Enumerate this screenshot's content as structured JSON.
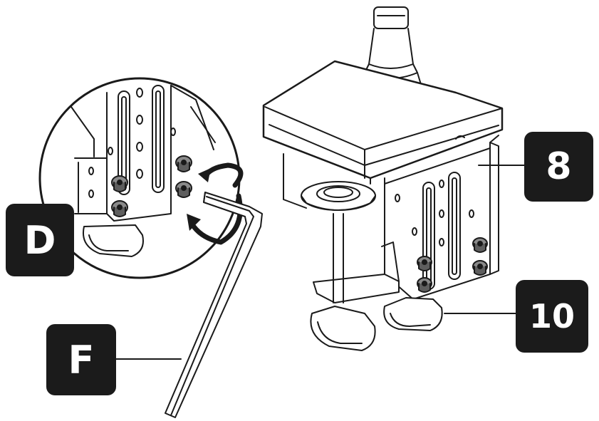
{
  "labels": {
    "detail": "D",
    "hex_key": "F",
    "clamp_plate": "8",
    "clamp_knob": "10"
  },
  "colors": {
    "line": "#1a1a1a",
    "label_bg": "#1b1b1b",
    "label_text": "#ffffff",
    "screw": "#8a8a8a",
    "screw_dark": "#5e5e5e"
  }
}
